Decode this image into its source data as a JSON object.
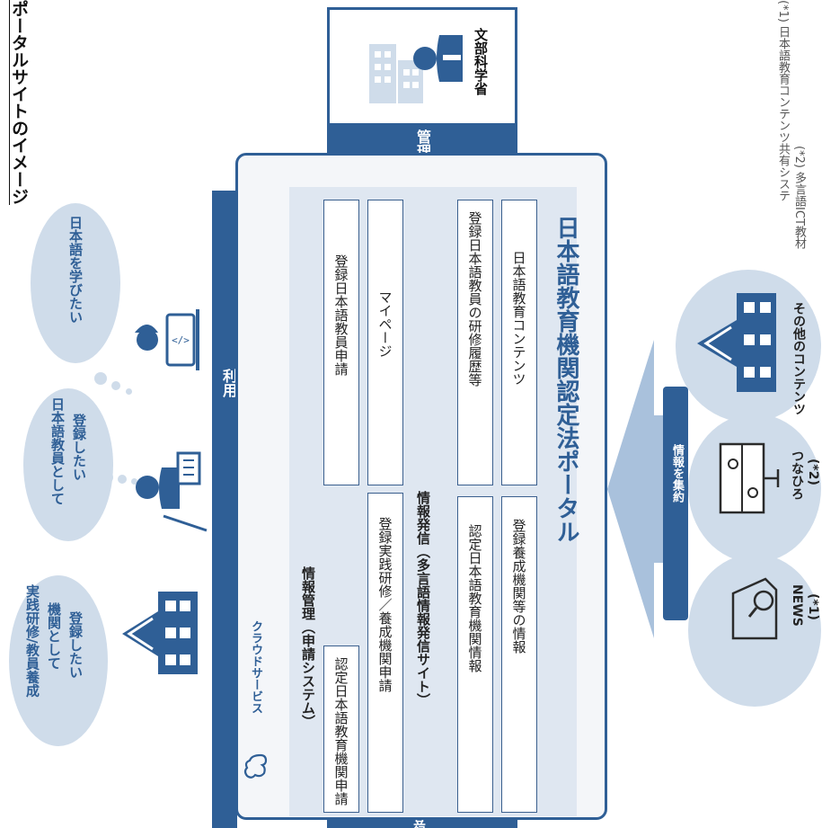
{
  "page_title": "ポータルサイトのイメージ",
  "ministry": {
    "label": "文部科学省",
    "bar_label": "管理"
  },
  "users": {
    "bar_label": "利用",
    "bottom_bar_label": "登録",
    "bubbles": [
      {
        "text_lines": [
          "日本語を学びたい"
        ]
      },
      {
        "text_lines": [
          "日本語教員として",
          "登録したい"
        ]
      },
      {
        "text_lines": [
          "実践研修/教員養成",
          "機関として",
          "登録したい"
        ]
      }
    ]
  },
  "portal": {
    "cloud_label": "クラウドサービス",
    "title": "日本語教育機関認定法ポータル",
    "sections": {
      "management_title": "情報管理（申請システム）",
      "info_title": "情報発信（多言語情報発信サイト）"
    },
    "boxes": {
      "b1": "認定日本語教育機関申請",
      "b2": "登録実践研修／養成機関申請",
      "b3": "登録日本語教員申請",
      "b4": "マイページ",
      "b5": "認定日本語教育機関情報",
      "b6": "登録養成機関等の情報",
      "b7": "登録日本語教員の研修履歴等",
      "b8": "日本語教育コンテンツ"
    }
  },
  "aggregate_label": "情報を集約",
  "sources": [
    {
      "label_lines": [
        "NEWS",
        "(*1)"
      ]
    },
    {
      "label_lines": [
        "つなひろ",
        "(*2)"
      ]
    },
    {
      "label_lines": [
        "その他のコンテンツ"
      ]
    }
  ],
  "footnotes": [
    "(*1) 日本語教育コンテンツ共有システ",
    "(*2) 多言語ICT教材"
  ],
  "colors": {
    "accent": "#2f5f96",
    "light": "#cfdcea",
    "panel": "#dfe7f1"
  }
}
